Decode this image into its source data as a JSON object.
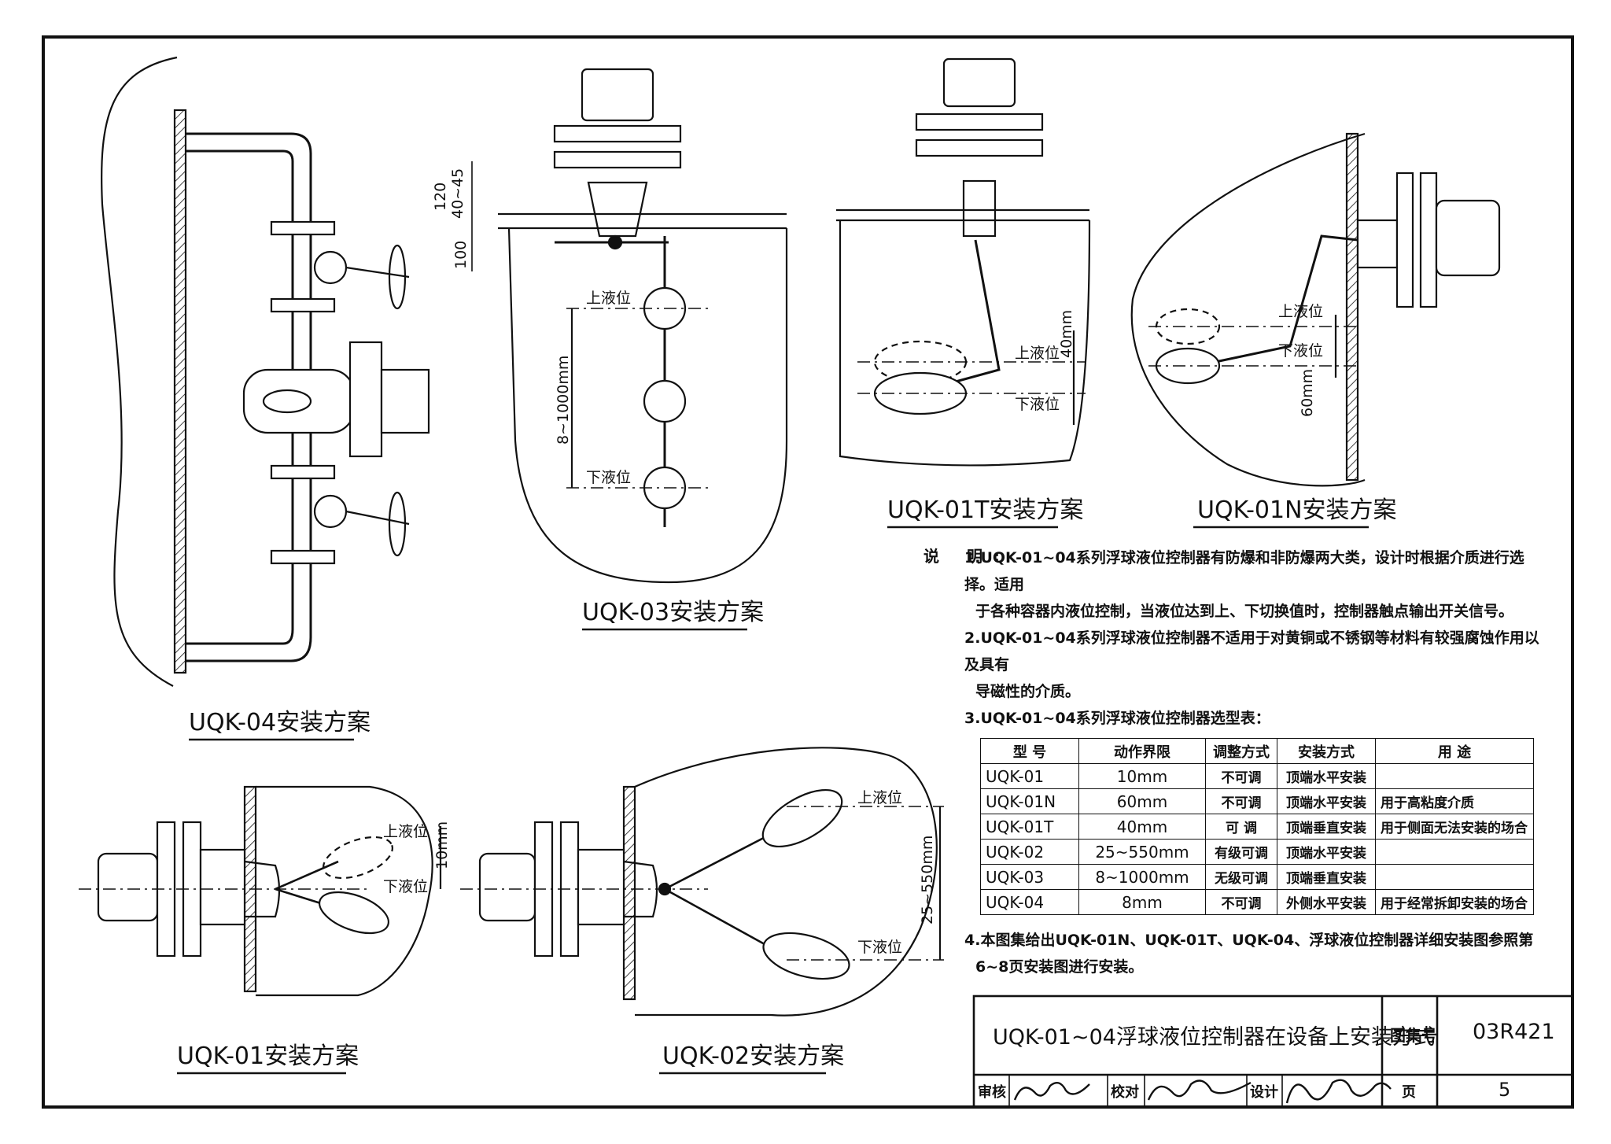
{
  "captions": {
    "uqk04": "UQK-04安装方案",
    "uqk03": "UQK-03安装方案",
    "uqk01t": "UQK-01T安装方案",
    "uqk01n": "UQK-01N安装方案",
    "uqk01": "UQK-01安装方案",
    "uqk02": "UQK-02安装方案"
  },
  "labels": {
    "upper_level": "上液位",
    "lower_level": "下液位"
  },
  "dimensions": {
    "d120": "120",
    "d40_45": "40~45",
    "d100": "100",
    "d8_1000": "8~1000mm",
    "d40mm": "40mm",
    "d60mm": "60mm",
    "d10mm": "10mm",
    "d25_550": "25~550mm"
  },
  "notes": {
    "heading": "说 明:",
    "n1a": "1.UQK-01~04系列浮球液位控制器有防爆和非防爆两大类，设计时根据介质进行选择。适用",
    "n1b": "于各种容器内液位控制，当液位达到上、下切换值时，控制器触点输出开关信号。",
    "n2a": "2.UQK-01~04系列浮球液位控制器不适用于对黄铜或不锈钢等材料有较强腐蚀作用以及具有",
    "n2b": "导磁性的介质。",
    "n3": "3.UQK-01~04系列浮球液位控制器选型表：",
    "n4a": "4.本图集给出UQK-01N、UQK-01T、UQK-04、浮球液位控制器详细安装图参照第",
    "n4b": "6~8页安装图进行安装。"
  },
  "table": {
    "headers": [
      "型 号",
      "动作界限",
      "调整方式",
      "安装方式",
      "用 途"
    ],
    "rows": [
      [
        "UQK-01",
        "10mm",
        "不可调",
        "顶端水平安装",
        ""
      ],
      [
        "UQK-01N",
        "60mm",
        "不可调",
        "顶端水平安装",
        "用于高粘度介质"
      ],
      [
        "UQK-01T",
        "40mm",
        "可 调",
        "顶端垂直安装",
        "用于侧面无法安装的场合"
      ],
      [
        "UQK-02",
        "25~550mm",
        "有级可调",
        "顶端水平安装",
        ""
      ],
      [
        "UQK-03",
        "8~1000mm",
        "无级可调",
        "顶端垂直安装",
        ""
      ],
      [
        "UQK-04",
        "8mm",
        "不可调",
        "外侧水平安装",
        "用于经常拆卸安装的场合"
      ]
    ]
  },
  "title_block": {
    "title": "UQK-01~04浮球液位控制器在设备上安装方式",
    "atlas_label": "图集号",
    "atlas_no": "03R421",
    "review_label": "审核",
    "check_label": "校对",
    "design_label": "设计",
    "page_label": "页",
    "page_no": "5"
  }
}
